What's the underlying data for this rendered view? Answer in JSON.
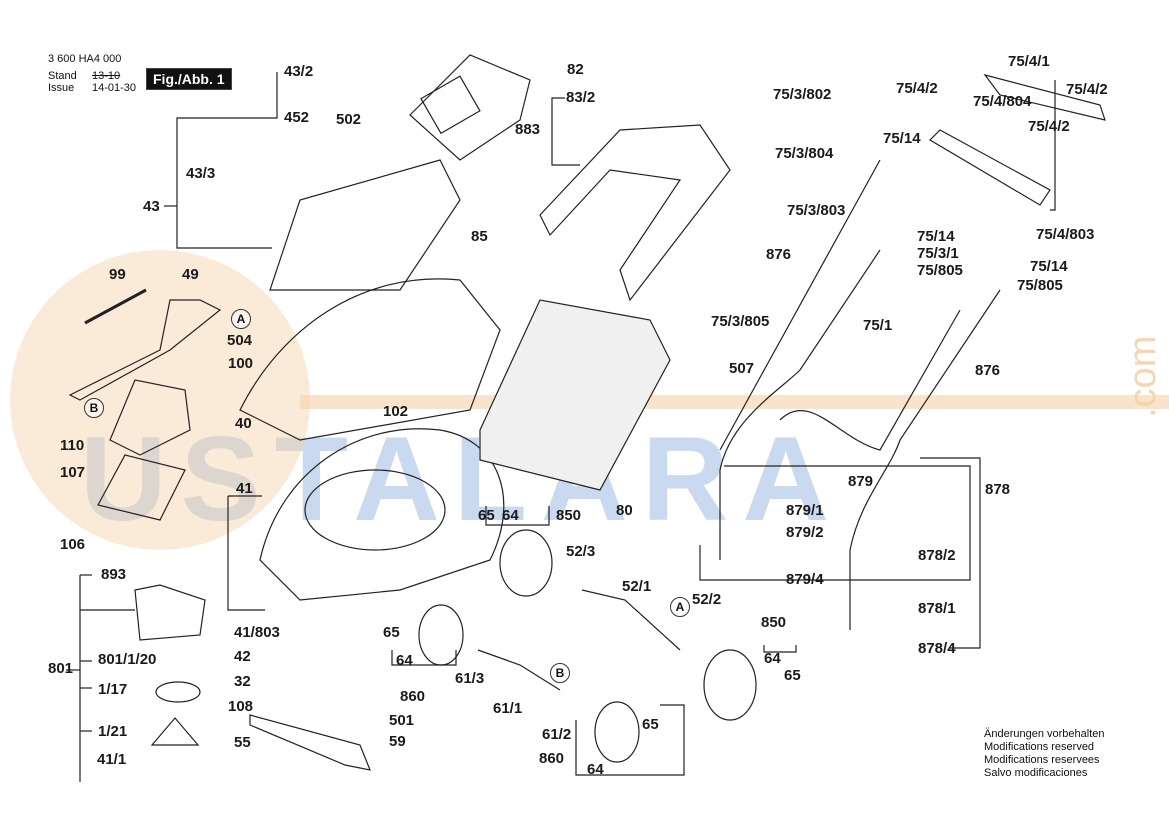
{
  "header": {
    "doc_number": "3 600 HA4 000",
    "stand_label": "Stand",
    "issue_label": "Issue",
    "stand_value_struck": "13-10",
    "issue_value": "14-01-30",
    "figure_label": "Fig./Abb. 1"
  },
  "footer_note": [
    "Änderungen vorbehalten",
    "Modifications reserved",
    "Modifications reservees",
    "Salvo modificaciones"
  ],
  "watermark": {
    "text": "USTALARA",
    "suffix": ".com",
    "color_blue": "#9dbbe3",
    "color_orange": "#f2c58f"
  },
  "callouts": {
    "A": "A",
    "B": "B"
  },
  "parts": [
    {
      "id": "43/2",
      "label": "43/2"
    },
    {
      "id": "82",
      "label": "82"
    },
    {
      "id": "83/2",
      "label": "83/2"
    },
    {
      "id": "883",
      "label": "883"
    },
    {
      "id": "452",
      "label": "452"
    },
    {
      "id": "502",
      "label": "502"
    },
    {
      "id": "43/3",
      "label": "43/3"
    },
    {
      "id": "43",
      "label": "43"
    },
    {
      "id": "85",
      "label": "85"
    },
    {
      "id": "99",
      "label": "99"
    },
    {
      "id": "49",
      "label": "49"
    },
    {
      "id": "504",
      "label": "504"
    },
    {
      "id": "100",
      "label": "100"
    },
    {
      "id": "40",
      "label": "40"
    },
    {
      "id": "102",
      "label": "102"
    },
    {
      "id": "110",
      "label": "110"
    },
    {
      "id": "107",
      "label": "107"
    },
    {
      "id": "41",
      "label": "41"
    },
    {
      "id": "106",
      "label": "106"
    },
    {
      "id": "893",
      "label": "893"
    },
    {
      "id": "801",
      "label": "801"
    },
    {
      "id": "801/1/20",
      "label": "801/1/20"
    },
    {
      "id": "1/17",
      "label": "1/17"
    },
    {
      "id": "1/21",
      "label": "1/21"
    },
    {
      "id": "41/1",
      "label": "41/1"
    },
    {
      "id": "41/803",
      "label": "41/803"
    },
    {
      "id": "42",
      "label": "42"
    },
    {
      "id": "32",
      "label": "32"
    },
    {
      "id": "108",
      "label": "108"
    },
    {
      "id": "55",
      "label": "55"
    },
    {
      "id": "501",
      "label": "501"
    },
    {
      "id": "59",
      "label": "59"
    },
    {
      "id": "65a",
      "label": "65"
    },
    {
      "id": "64a",
      "label": "64"
    },
    {
      "id": "860a",
      "label": "860"
    },
    {
      "id": "65b",
      "label": "65"
    },
    {
      "id": "64b",
      "label": "64"
    },
    {
      "id": "850a",
      "label": "850"
    },
    {
      "id": "52/3",
      "label": "52/3"
    },
    {
      "id": "80",
      "label": "80"
    },
    {
      "id": "52/1",
      "label": "52/1"
    },
    {
      "id": "52/2",
      "label": "52/2"
    },
    {
      "id": "61/3",
      "label": "61/3"
    },
    {
      "id": "61/1",
      "label": "61/1"
    },
    {
      "id": "61/2",
      "label": "61/2"
    },
    {
      "id": "860b",
      "label": "860"
    },
    {
      "id": "64c",
      "label": "64"
    },
    {
      "id": "65c",
      "label": "65"
    },
    {
      "id": "850b",
      "label": "850"
    },
    {
      "id": "64d",
      "label": "64"
    },
    {
      "id": "65d",
      "label": "65"
    },
    {
      "id": "75/3/802",
      "label": "75/3/802"
    },
    {
      "id": "75/3/804",
      "label": "75/3/804"
    },
    {
      "id": "75/3/803",
      "label": "75/3/803"
    },
    {
      "id": "75/14a",
      "label": "75/14"
    },
    {
      "id": "75/4/2a",
      "label": "75/4/2"
    },
    {
      "id": "75/4/804",
      "label": "75/4/804"
    },
    {
      "id": "75/4/1",
      "label": "75/4/1"
    },
    {
      "id": "75/4/2b",
      "label": "75/4/2"
    },
    {
      "id": "75/4/2c",
      "label": "75/4/2"
    },
    {
      "id": "75/14b",
      "label": "75/14"
    },
    {
      "id": "75/3/1",
      "label": "75/3/1"
    },
    {
      "id": "75/805a",
      "label": "75/805"
    },
    {
      "id": "75/4/803",
      "label": "75/4/803"
    },
    {
      "id": "75/14c",
      "label": "75/14"
    },
    {
      "id": "75/805b",
      "label": "75/805"
    },
    {
      "id": "876a",
      "label": "876"
    },
    {
      "id": "75/3/805",
      "label": "75/3/805"
    },
    {
      "id": "75/1",
      "label": "75/1"
    },
    {
      "id": "507",
      "label": "507"
    },
    {
      "id": "876b",
      "label": "876"
    },
    {
      "id": "879",
      "label": "879"
    },
    {
      "id": "879/1",
      "label": "879/1"
    },
    {
      "id": "879/2",
      "label": "879/2"
    },
    {
      "id": "879/4",
      "label": "879/4"
    },
    {
      "id": "878",
      "label": "878"
    },
    {
      "id": "878/2",
      "label": "878/2"
    },
    {
      "id": "878/1",
      "label": "878/1"
    },
    {
      "id": "878/4",
      "label": "878/4"
    }
  ]
}
